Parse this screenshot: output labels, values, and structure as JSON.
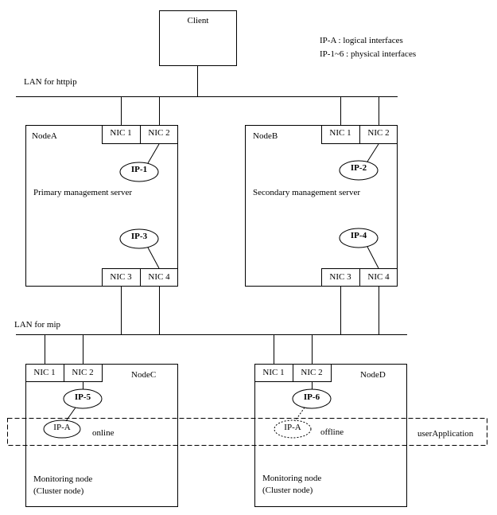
{
  "legend": {
    "line1": "IP-A    : logical interfaces",
    "line2": "IP-1~6 : physical interfaces"
  },
  "client": {
    "label": "Client"
  },
  "lans": {
    "httpip": "LAN for httpip",
    "mip": "LAN for mip"
  },
  "nodes": {
    "nodeA": {
      "name": "NodeA",
      "role": "Primary management server",
      "nics": [
        "NIC 1",
        "NIC 2",
        "NIC 3",
        "NIC 4"
      ],
      "ips": [
        "IP-1",
        "IP-3"
      ]
    },
    "nodeB": {
      "name": "NodeB",
      "role": "Secondary management server",
      "nics": [
        "NIC 1",
        "NIC 2",
        "NIC 3",
        "NIC 4"
      ],
      "ips": [
        "IP-2",
        "IP-4"
      ]
    },
    "nodeC": {
      "name": "NodeC",
      "role_line1": "Monitoring node",
      "role_line2": "(Cluster node)",
      "nics": [
        "NIC 1",
        "NIC 2"
      ],
      "ip": "IP-5",
      "logical_ip": "IP-A",
      "state": "online"
    },
    "nodeD": {
      "name": "NodeD",
      "role_line1": "Monitoring node",
      "role_line2": "(Cluster node)",
      "nics": [
        "NIC 1",
        "NIC 2"
      ],
      "ip": "IP-6",
      "logical_ip": "IP-A",
      "state": "offline"
    }
  },
  "user_application": "userApplication"
}
